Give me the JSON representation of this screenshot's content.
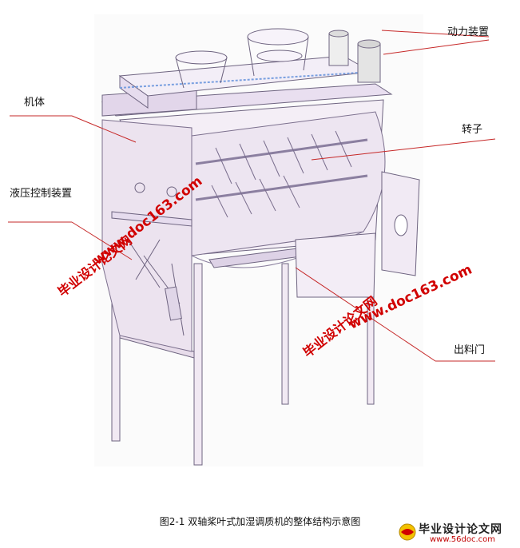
{
  "labels": {
    "power": "动力装置",
    "body": "机体",
    "rotor": "转子",
    "hydraulic": "液压控制装置",
    "outlet": "出料门"
  },
  "watermark": {
    "url": "www.doc163.com",
    "title": "毕业设计论文网"
  },
  "caption": "图2-1   双轴桨叶式加湿调质机的整体结构示意图",
  "logo": {
    "title": "毕业设计论文网",
    "url": "www.56doc.com"
  },
  "colors": {
    "frame": "#8a7f9e",
    "panel": "#efe6f1",
    "leader": "#c62828",
    "watermark": "#d10000"
  }
}
